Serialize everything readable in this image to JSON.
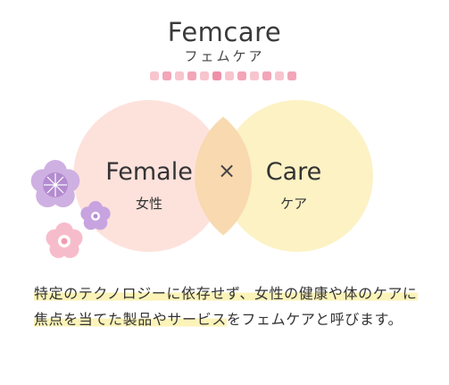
{
  "header": {
    "title": "Femcare",
    "subtitle": "フェムケア"
  },
  "venn": {
    "left": {
      "title": "Female",
      "subtitle": "女性",
      "color": "#fde2dc"
    },
    "right": {
      "title": "Care",
      "subtitle": "ケア",
      "color": "#fcf2c4"
    },
    "operator": "×",
    "overlap_color": "#f8d9b0"
  },
  "decor": {
    "dot_colors": [
      "#f8c5cf",
      "#f2a6b8",
      "#f8c5cf",
      "#f2a6b8",
      "#f8c5cf",
      "#ee90a8",
      "#f8c5cf",
      "#f2a6b8",
      "#f8c5cf",
      "#f2a6b8",
      "#f8c5cf",
      "#f2a6b8"
    ],
    "flowers": [
      {
        "icon": "plum-blossom-large-icon",
        "color": "#c9a8de"
      },
      {
        "icon": "plum-blossom-small-icon",
        "color": "#c8a6e0"
      },
      {
        "icon": "plum-blossom-pink-icon",
        "color": "#f6b6c5"
      }
    ]
  },
  "description": {
    "highlighted": "特定のテクノロジーに依存せず、女性の健康や体のケアに焦点を当てた製品やサービス",
    "rest": "をフェムケアと呼びます。"
  }
}
